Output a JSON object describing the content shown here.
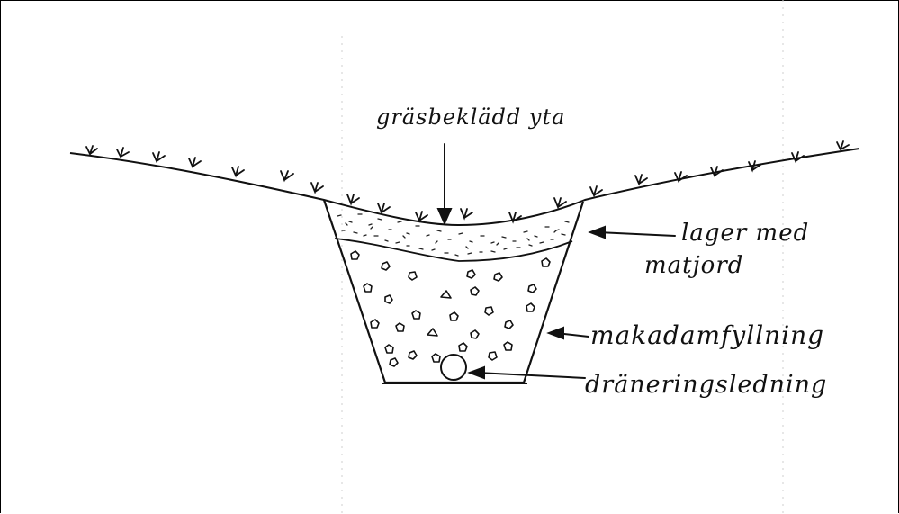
{
  "labels": {
    "grass_surface": "gräsbeklädd yta",
    "topsoil_line1": "lager med",
    "topsoil_line2": "matjord",
    "macadam": "makadamfyllning",
    "drain_pipe": "dräneringsledning"
  }
}
